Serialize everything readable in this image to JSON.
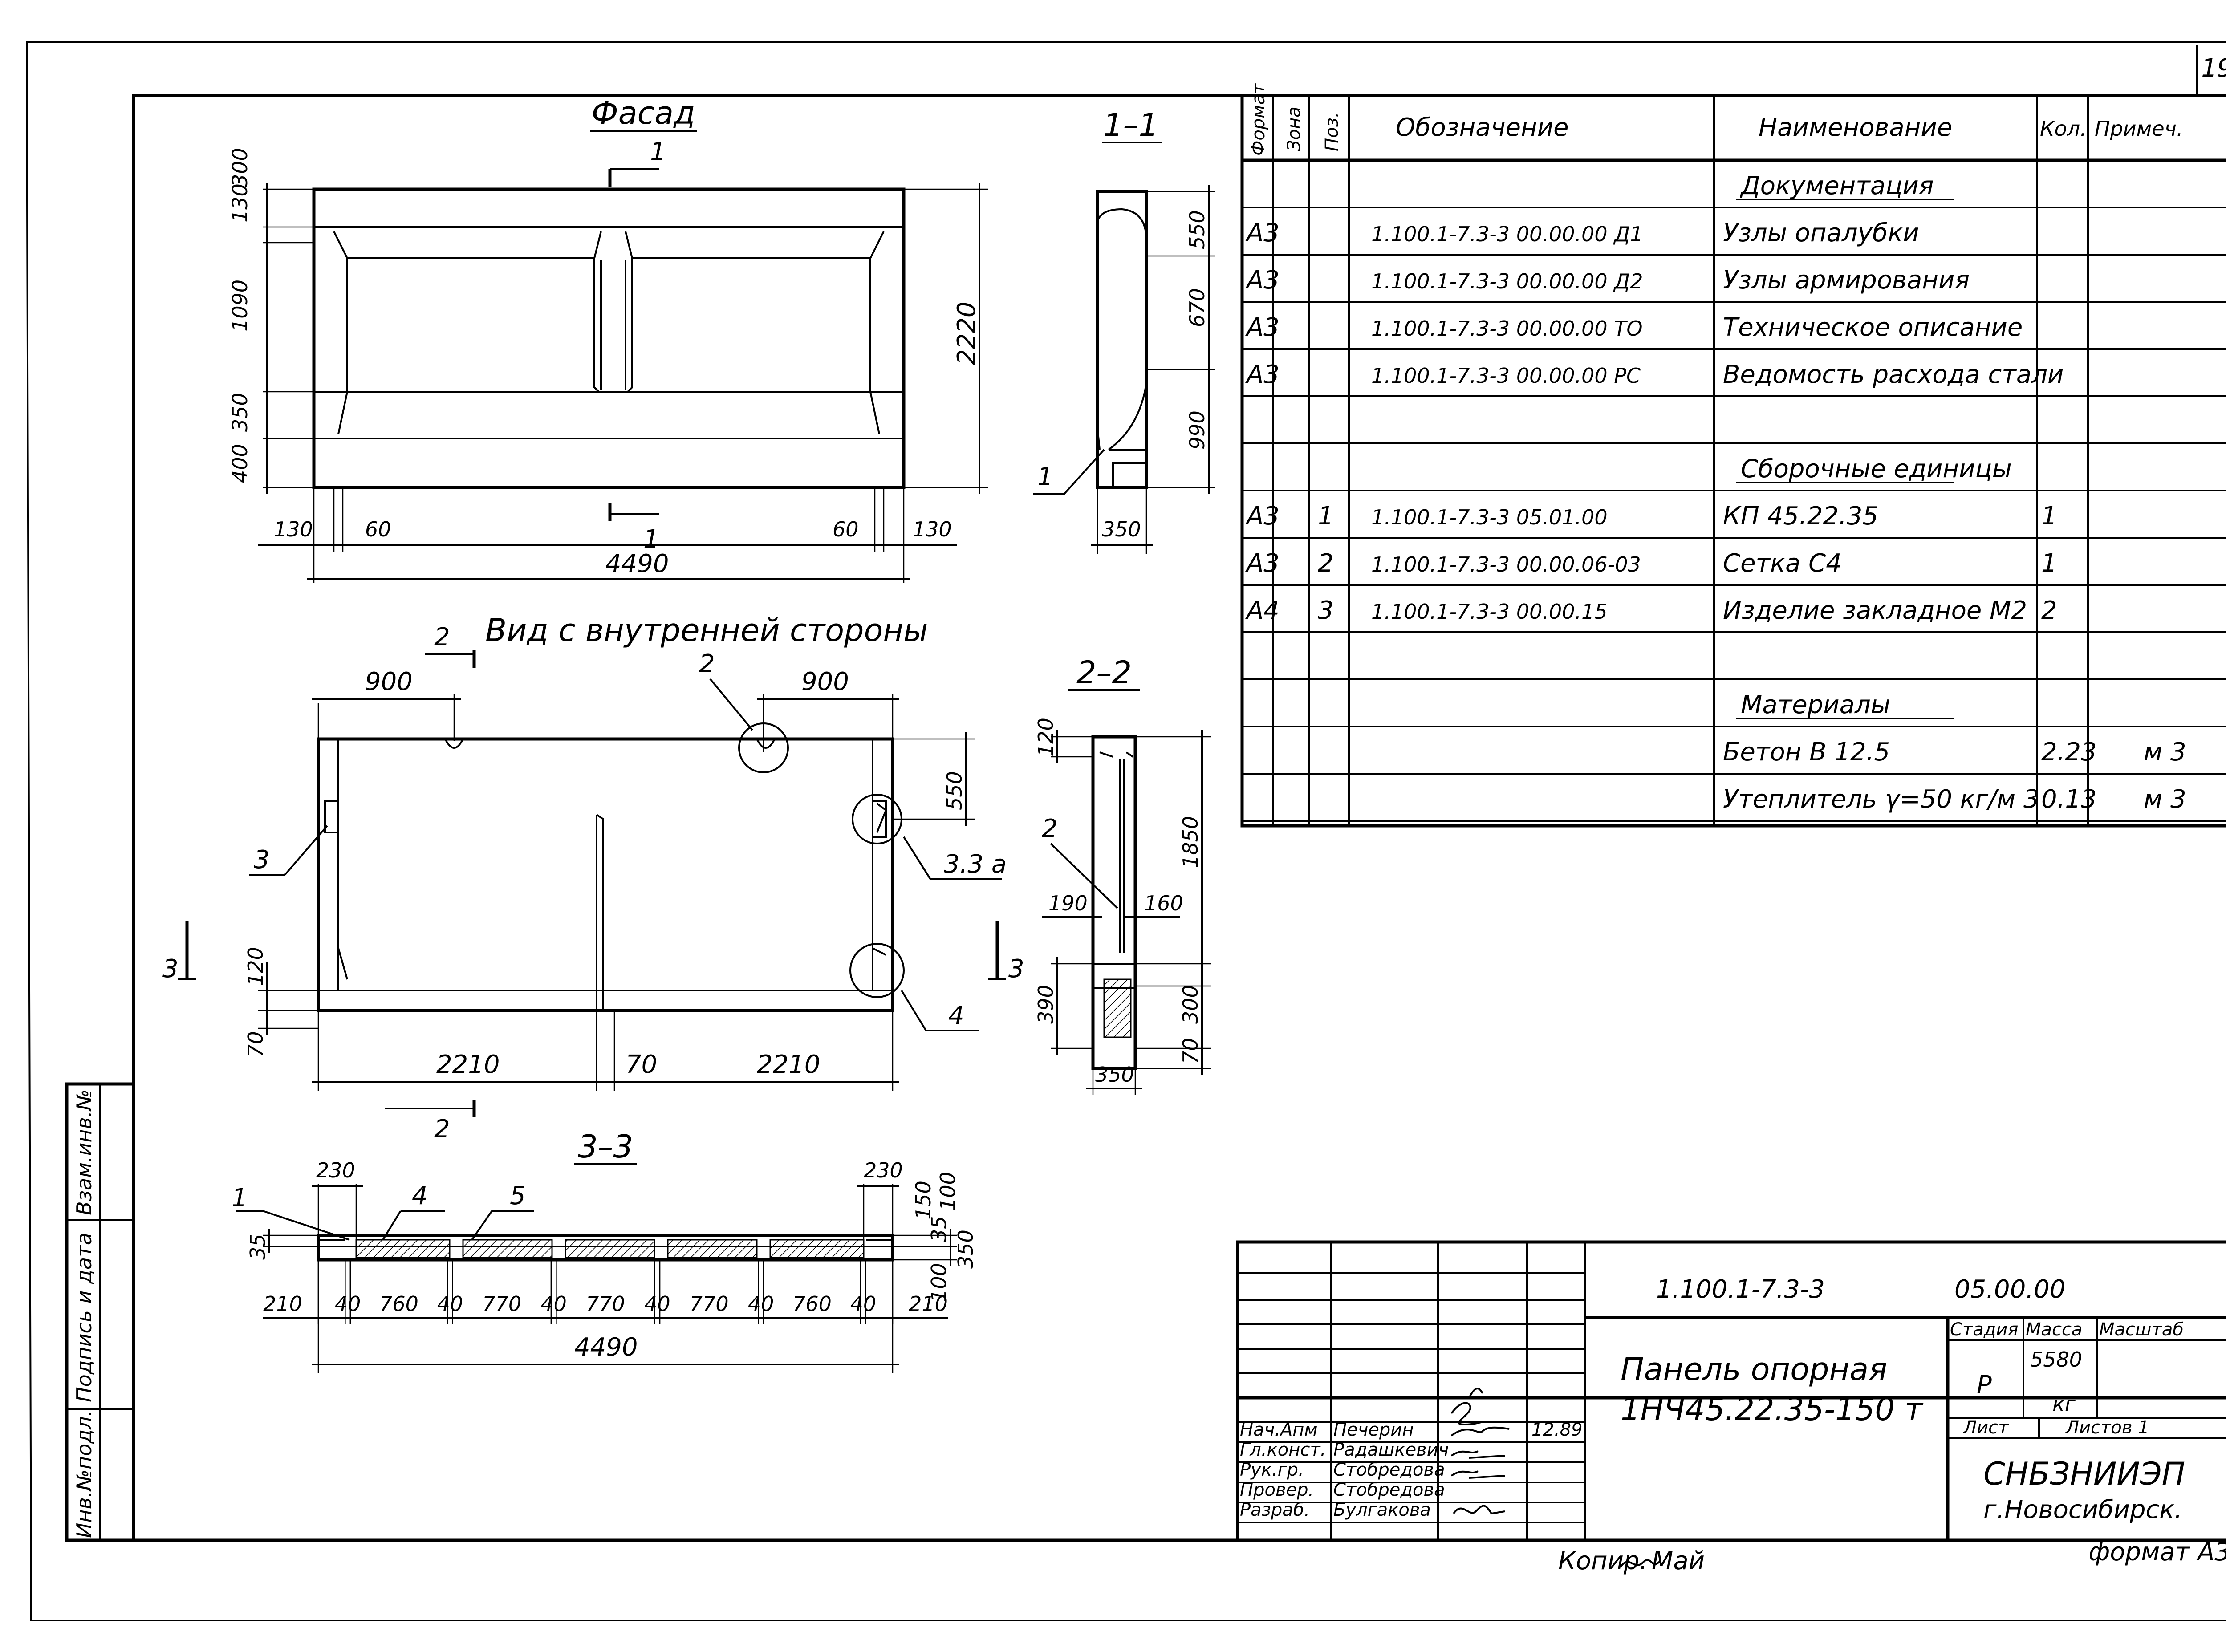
{
  "sheet": {
    "number": "19",
    "kopir": "Копир.",
    "format": "формат А3"
  },
  "side_stamp": {
    "col1": "Инв.№подл.",
    "col2": "Подпись и дата",
    "col3": "Взам.инв.№"
  },
  "views": {
    "facade": {
      "title": "Фасад",
      "cut_label": "1",
      "dims_left": [
        "130",
        "300",
        "1090",
        "350",
        "400"
      ],
      "dim_height": "2220",
      "dims_bottom": [
        "130",
        "60",
        "60",
        "130"
      ],
      "dim_total": "4490"
    },
    "section_1_1": {
      "title": "1–1",
      "dims_right": [
        "550",
        "670",
        "990"
      ],
      "dim_bottom": "350",
      "callout": "1"
    },
    "inner_view": {
      "title": "Вид с внутренней стороны",
      "cut_top": "2",
      "cut_bottom": "2",
      "cut_side": "3",
      "dims_top_left": "900",
      "dims_top_right": "900",
      "dim_right": "550",
      "dims_left": [
        "120",
        "70"
      ],
      "dims_bottom": [
        "2210",
        "70",
        "2210"
      ],
      "callouts": [
        "2",
        "3",
        "3.3 а",
        "4"
      ]
    },
    "section_2_2": {
      "title": "2–2",
      "dims": [
        "120",
        "190",
        "160",
        "1850",
        "390",
        "300",
        "70",
        "350"
      ],
      "callout": "2"
    },
    "section_3_3": {
      "title": "3–3",
      "callouts": [
        "1",
        "4",
        "5"
      ],
      "dims_top": [
        "230",
        "230"
      ],
      "dims_right": [
        "150",
        "100",
        "35",
        "350",
        "100"
      ],
      "dims_left": [
        "35"
      ],
      "dims_bottom": [
        "210",
        "40",
        "760",
        "40",
        "770",
        "40",
        "770",
        "40",
        "770",
        "40",
        "760",
        "40",
        "210"
      ],
      "dim_total": "4490"
    }
  },
  "spec": {
    "headers": {
      "format": "Формат",
      "zone": "Зона",
      "pos": "Поз.",
      "designation": "Обозначение",
      "name": "Наименование",
      "qty": "Кол.",
      "note": "Примеч."
    },
    "rows": [
      {
        "format": "",
        "zone": "",
        "pos": "",
        "designation": "",
        "name": "Документация",
        "qty": "",
        "note": "",
        "section": true
      },
      {
        "format": "А3",
        "zone": "",
        "pos": "",
        "designation": "1.100.1-7.3-3 00.00.00 Д1",
        "name": "Узлы опалубки",
        "qty": "",
        "note": ""
      },
      {
        "format": "А3",
        "zone": "",
        "pos": "",
        "designation": "1.100.1-7.3-3 00.00.00 Д2",
        "name": "Узлы армирования",
        "qty": "",
        "note": ""
      },
      {
        "format": "А3",
        "zone": "",
        "pos": "",
        "designation": "1.100.1-7.3-3 00.00.00 ТО",
        "name": "Техническое описание",
        "qty": "",
        "note": ""
      },
      {
        "format": "А3",
        "zone": "",
        "pos": "",
        "designation": "1.100.1-7.3-3 00.00.00 РС",
        "name": "Ведомость расхода стали",
        "qty": "",
        "note": ""
      },
      {
        "format": "",
        "zone": "",
        "pos": "",
        "designation": "",
        "name": "",
        "qty": "",
        "note": ""
      },
      {
        "format": "",
        "zone": "",
        "pos": "",
        "designation": "",
        "name": "Сборочные единицы",
        "qty": "",
        "note": "",
        "section": true
      },
      {
        "format": "А3",
        "zone": "",
        "pos": "1",
        "designation": "1.100.1-7.3-3 05.01.00",
        "name": "КП 45.22.35",
        "qty": "1",
        "note": ""
      },
      {
        "format": "А3",
        "zone": "",
        "pos": "2",
        "designation": "1.100.1-7.3-3 00.00.06-03",
        "name": "Сетка С4",
        "qty": "1",
        "note": ""
      },
      {
        "format": "А4",
        "zone": "",
        "pos": "3",
        "designation": "1.100.1-7.3-3 00.00.15",
        "name": "Изделие закладное М2",
        "qty": "2",
        "note": ""
      },
      {
        "format": "",
        "zone": "",
        "pos": "",
        "designation": "",
        "name": "",
        "qty": "",
        "note": ""
      },
      {
        "format": "",
        "zone": "",
        "pos": "",
        "designation": "",
        "name": "Материалы",
        "qty": "",
        "note": "",
        "section": true
      },
      {
        "format": "",
        "zone": "",
        "pos": "",
        "designation": "",
        "name": "Бетон В 12.5",
        "qty": "2.23",
        "note": "м 3"
      },
      {
        "format": "",
        "zone": "",
        "pos": "",
        "designation": "",
        "name": "Утеплитель γ=50 кг/м 3",
        "qty": "0.13",
        "note": "м 3"
      }
    ]
  },
  "title_block": {
    "code1": "1.100.1-7.3-3",
    "code2": "05.00.00",
    "name_line1": "Панель опорная",
    "name_line2": "1НЧ45.22.35-150 т",
    "stage_h": "Стадия",
    "mass_h": "Масса",
    "scale_h": "Масштаб",
    "stage": "Р",
    "mass": "5580",
    "mass_unit": "кг",
    "sheet_h": "Лист",
    "sheets_h": "Листов 1",
    "org1": "СНБЗНИИЭП",
    "org2": "г.Новосибирск.",
    "staff": [
      {
        "role": "Нач.Апм",
        "name": "Печерин",
        "date": "12.89"
      },
      {
        "role": "Гл.конст.",
        "name": "Радашкевич",
        "date": ""
      },
      {
        "role": "Рук.гр.",
        "name": "Стобредова",
        "date": ""
      },
      {
        "role": "Провер.",
        "name": "Стобредова",
        "date": ""
      },
      {
        "role": "Разраб.",
        "name": "Булгакова",
        "date": ""
      }
    ]
  }
}
